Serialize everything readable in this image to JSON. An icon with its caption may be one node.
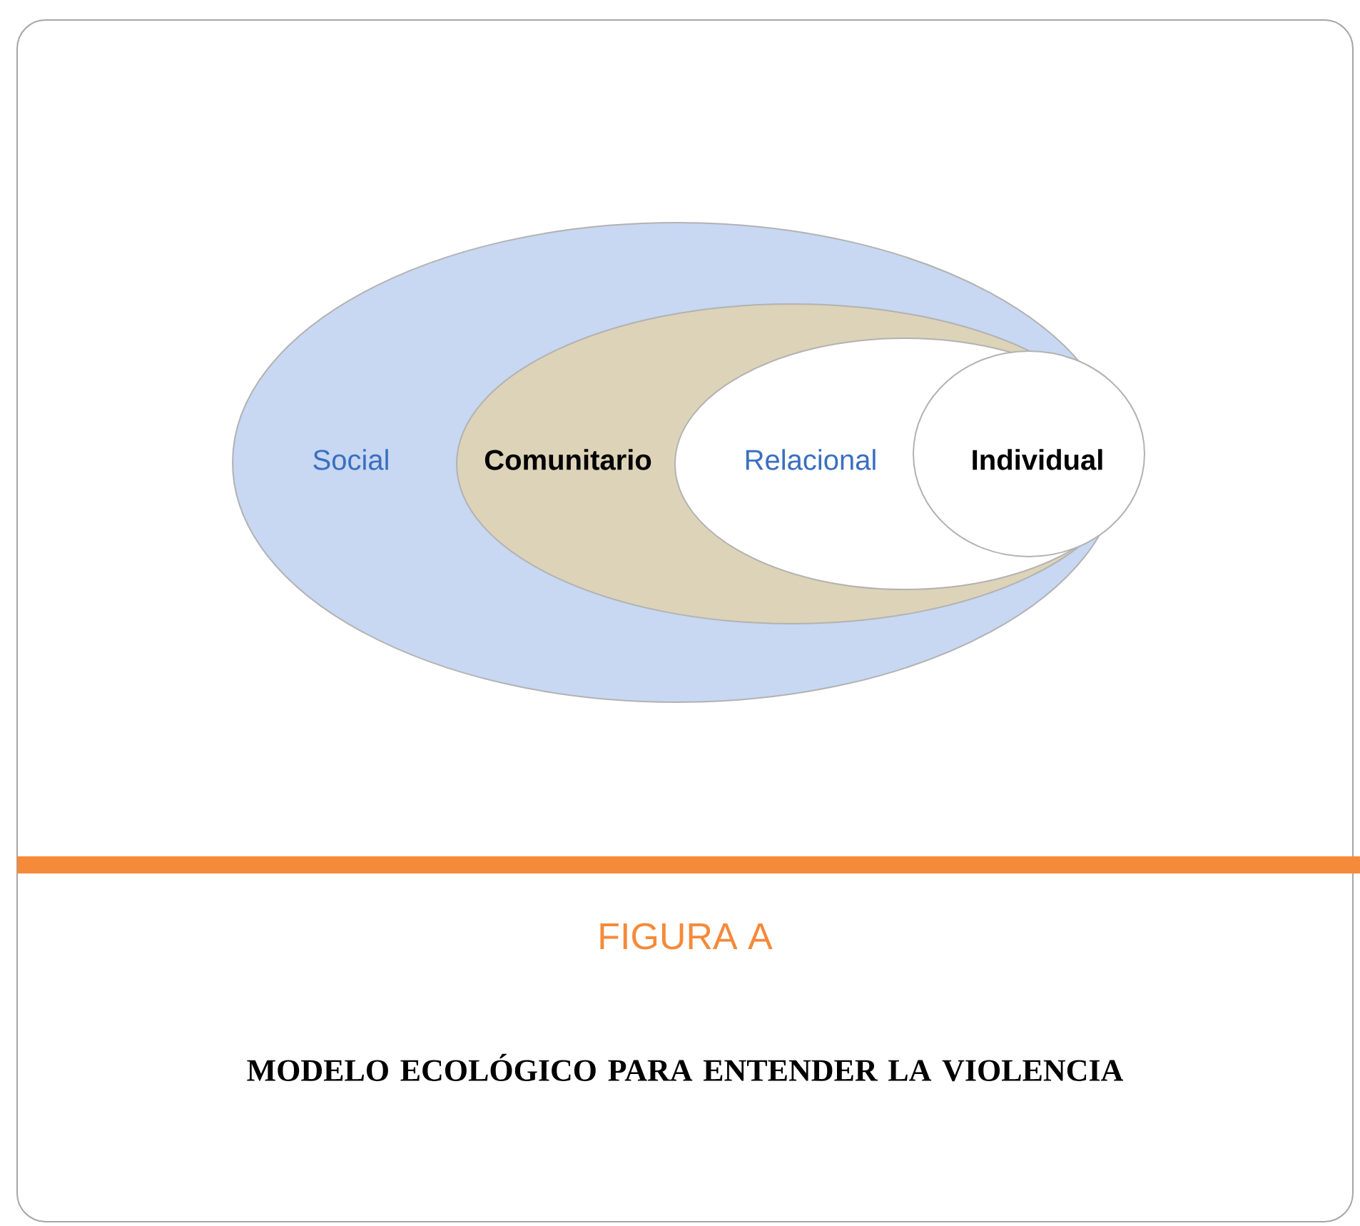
{
  "diagram": {
    "title": "FIGURA A",
    "caption": "MODELO ECOLÓGICO PARA ENTENDER LA VIOLENCIA",
    "nodes": [
      {
        "text": [
          "Social"
        ]
      },
      {
        "text": [
          "Comunitario"
        ],
        "in": 0
      },
      {
        "text": [
          "Relacional"
        ],
        "in": 1
      },
      {
        "text": [
          "Individual"
        ],
        "in": 2
      }
    ]
  }
}
